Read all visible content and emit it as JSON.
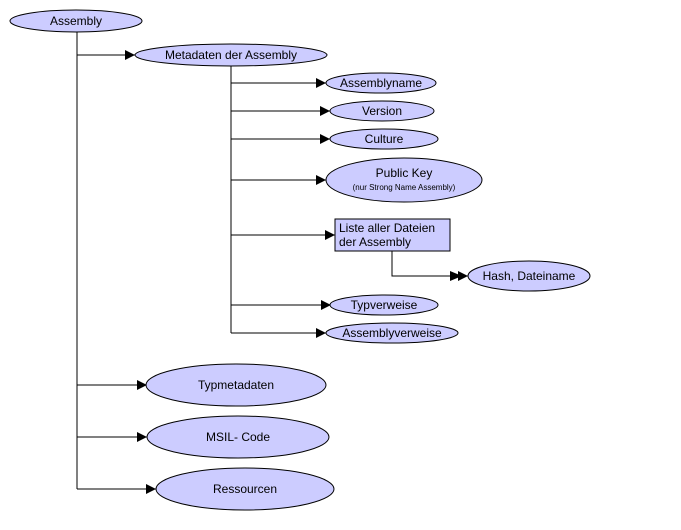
{
  "colors": {
    "node_fill": "#ccccff",
    "node_stroke": "#000000",
    "edge": "#000000",
    "background": "#ffffff"
  },
  "diagram": {
    "root": {
      "label": "Assembly"
    },
    "metadata": {
      "label": "Metadaten der Assembly"
    },
    "assemblyname": {
      "label": "Assemblyname"
    },
    "version": {
      "label": "Version"
    },
    "culture": {
      "label": "Culture"
    },
    "public_key": {
      "label": "Public Key",
      "note": "(nur Strong Name Assembly)"
    },
    "file_list": {
      "line1": "Liste aller Dateien",
      "line2": "der Assembly"
    },
    "hash": {
      "label": "Hash, Dateiname"
    },
    "type_references": {
      "label": "Typverweise"
    },
    "assembly_references": {
      "label": "Assemblyverweise"
    },
    "type_metadata": {
      "label": "Typmetadaten"
    },
    "msil_code": {
      "label": "MSIL- Code"
    },
    "resources": {
      "label": "Ressourcen"
    }
  }
}
